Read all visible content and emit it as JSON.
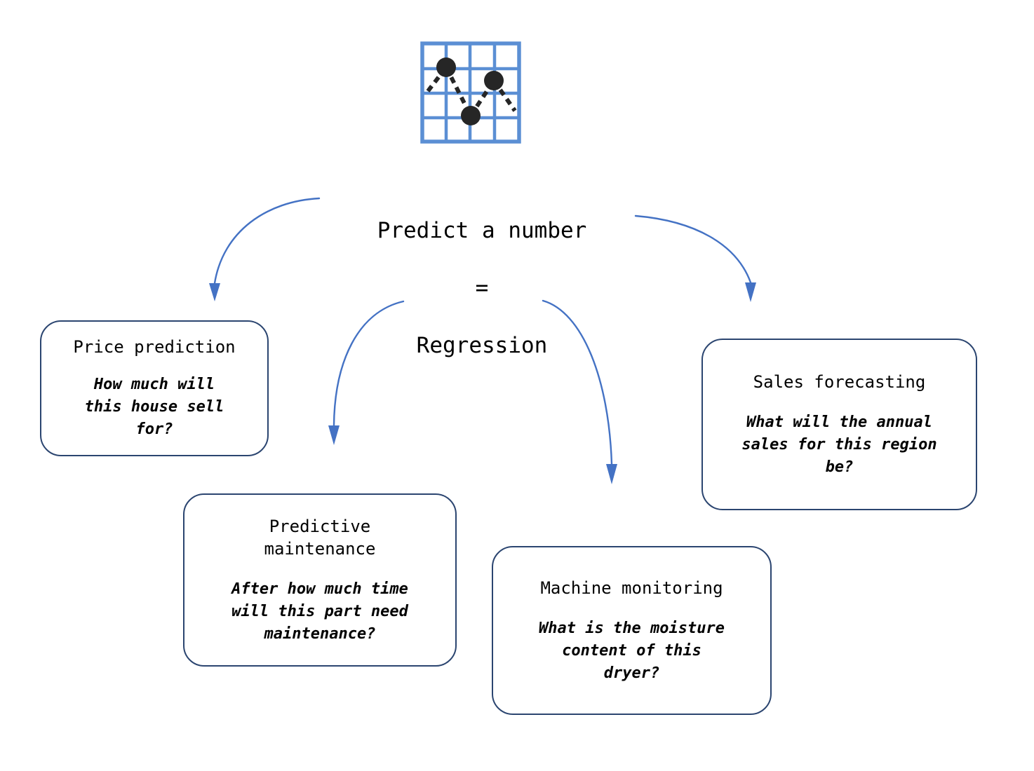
{
  "diagram": {
    "icon": {
      "name": "regression-scatter-grid-icon",
      "grid_color": "#5B8FD4",
      "point_color": "#262626",
      "points": 3
    },
    "center": {
      "line1": "Predict a number",
      "line2": "=",
      "line3": "Regression"
    },
    "arrow_color": "#4472C4",
    "box_border_color": "#2B4570",
    "boxes": [
      {
        "id": "price-prediction",
        "title": "Price prediction",
        "question": "How much will\nthis house sell\nfor?"
      },
      {
        "id": "predictive-maintenance",
        "title": "Predictive\nmaintenance",
        "question": "After how much time\nwill this part need\nmaintenance?"
      },
      {
        "id": "machine-monitoring",
        "title": "Machine monitoring",
        "question": "What is the moisture\ncontent of this\ndryer?"
      },
      {
        "id": "sales-forecasting",
        "title": "Sales forecasting",
        "question": "What will the annual\nsales for this region\nbe?"
      }
    ]
  }
}
